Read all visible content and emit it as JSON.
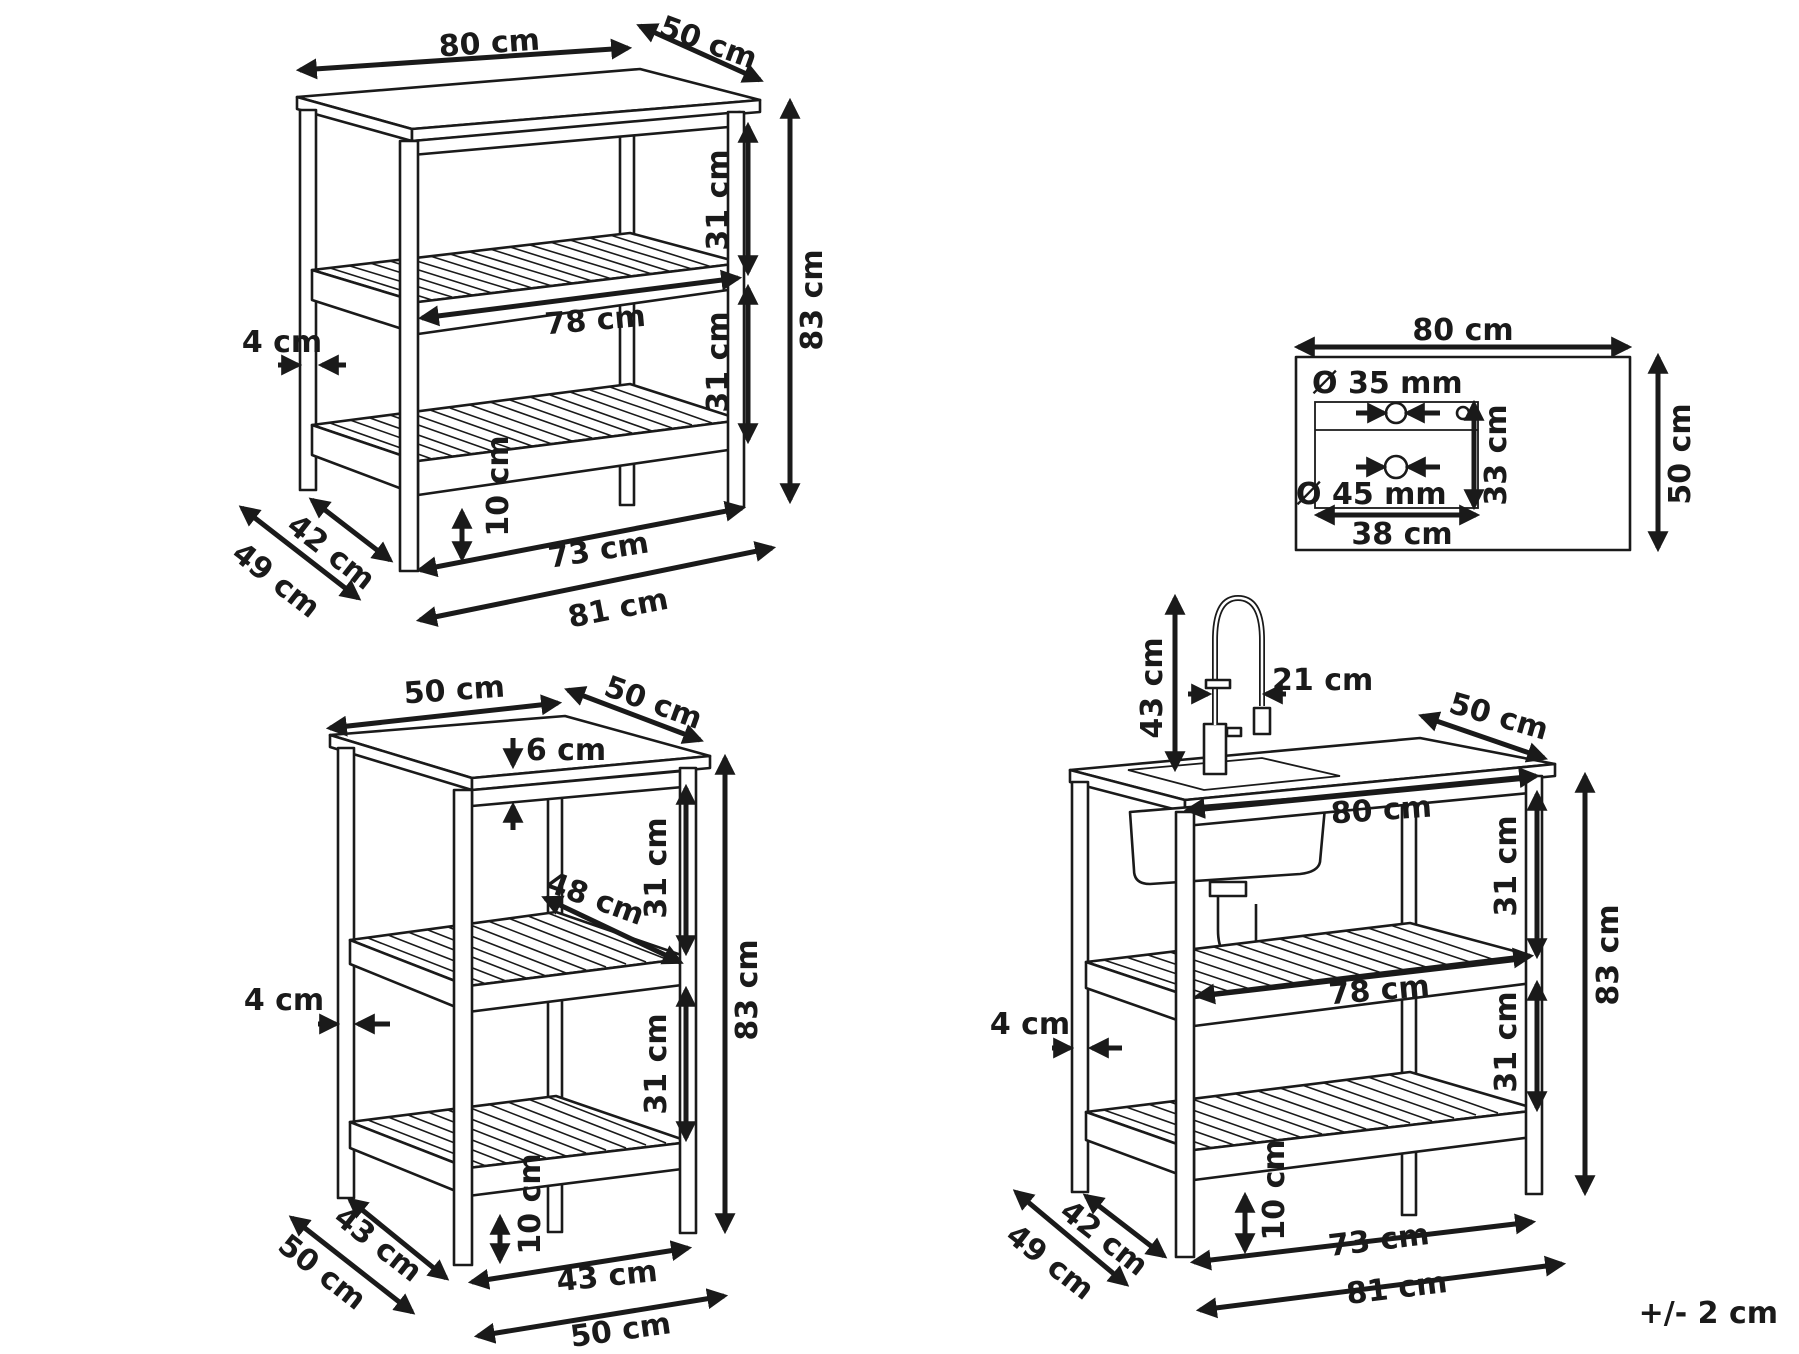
{
  "diagram_1": {
    "top_width": "80 cm",
    "top_depth": "50 cm",
    "shelf_gap_upper": "31 cm",
    "shelf_gap_lower": "31 cm",
    "height": "83 cm",
    "shelf_width": "78 cm",
    "leg_thickness": "4 cm",
    "bottom_clearance": "10 cm",
    "inner_depth": "42 cm",
    "outer_depth": "49 cm",
    "inner_width": "73 cm",
    "outer_width": "81 cm"
  },
  "sink_top_view": {
    "width": "80 cm",
    "depth": "50 cm",
    "tap_hole": "Ø 35 mm",
    "drain_hole": "Ø 45 mm",
    "basin_depth": "33 cm",
    "basin_width": "38 cm"
  },
  "diagram_2": {
    "top_width": "50 cm",
    "top_depth": "50 cm",
    "top_thickness": "6 cm",
    "shelf_gap_upper": "31 cm",
    "shelf_gap_lower": "31 cm",
    "shelf_depth": "48 cm",
    "height": "83 cm",
    "leg_thickness": "4 cm",
    "bottom_clearance": "10 cm",
    "inner_depth": "43 cm",
    "outer_depth": "50 cm",
    "inner_width": "43 cm",
    "outer_width": "50 cm"
  },
  "diagram_3": {
    "tap_height": "43 cm",
    "tap_reach": "21 cm",
    "top_depth": "50 cm",
    "top_width": "80 cm",
    "shelf_gap_upper": "31 cm",
    "shelf_gap_lower": "31 cm",
    "height": "83 cm",
    "shelf_width": "78 cm",
    "leg_thickness": "4 cm",
    "bottom_clearance": "10 cm",
    "inner_depth": "42 cm",
    "outer_depth": "49 cm",
    "inner_width": "73 cm",
    "outer_width": "81 cm"
  },
  "tolerance": "+/- 2 cm"
}
